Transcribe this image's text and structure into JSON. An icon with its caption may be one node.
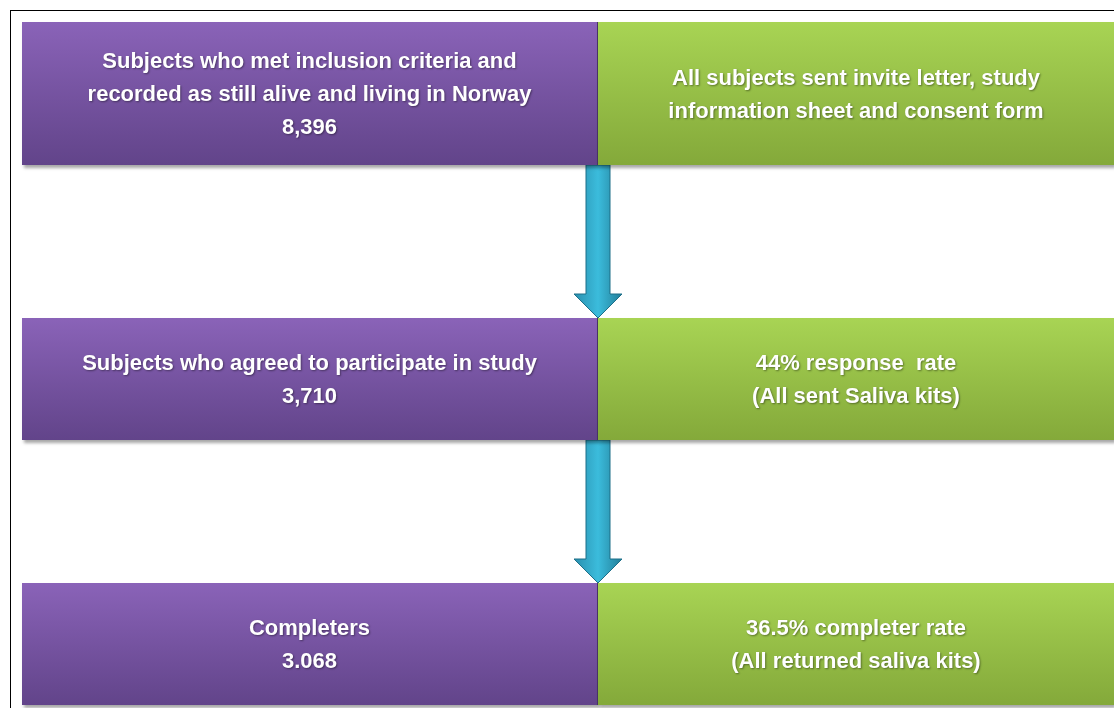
{
  "diagram": {
    "nodes": [
      {
        "text": [
          "Subjects who met inclusion criteria and recorded as still alive and living in Norway",
          "8,396"
        ]
      },
      {
        "text": [
          "All subjects sent invite letter, study information sheet and consent form"
        ]
      },
      {
        "text": [
          "Subjects who agreed to participate in study",
          "3,710"
        ]
      },
      {
        "text": [
          "44% response  rate",
          "(All sent Saliva kits)"
        ]
      },
      {
        "text": [
          "Completers",
          "3.068"
        ]
      },
      {
        "text": [
          "36.5% completer rate",
          "(All returned saliva kits)"
        ]
      }
    ],
    "edges": [
      {
        "from": 0,
        "to": 2,
        "arrow": "to"
      },
      {
        "from": 2,
        "to": 4,
        "arrow": "to"
      }
    ]
  }
}
